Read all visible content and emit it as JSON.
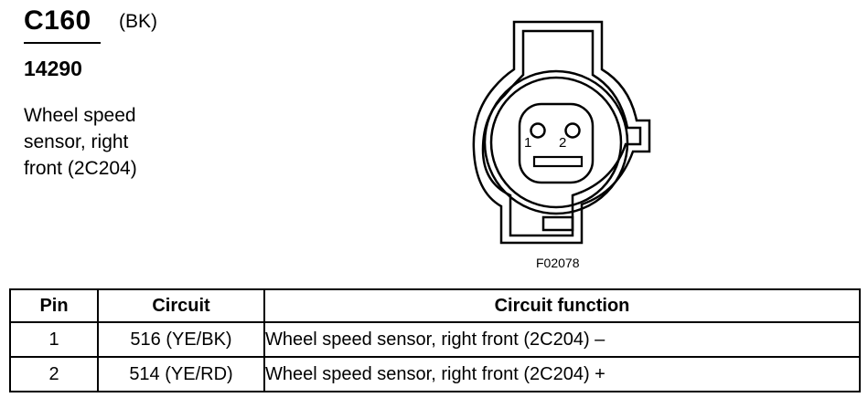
{
  "header": {
    "connector_id": "C160",
    "color_code": "(BK)",
    "part_number": "14290",
    "description_lines": [
      "Wheel speed",
      "sensor, right",
      "front (2C204)"
    ]
  },
  "diagram": {
    "pin_labels": [
      "1",
      "2"
    ],
    "figure_id": "F02078"
  },
  "table": {
    "headers": {
      "pin": "Pin",
      "circuit": "Circuit",
      "function": "Circuit function"
    },
    "rows": [
      {
        "pin": "1",
        "circuit": "516 (YE/BK)",
        "function": "Wheel speed sensor, right front (2C204) –"
      },
      {
        "pin": "2",
        "circuit": "514 (YE/RD)",
        "function": "Wheel speed sensor, right front (2C204)  +"
      }
    ]
  }
}
